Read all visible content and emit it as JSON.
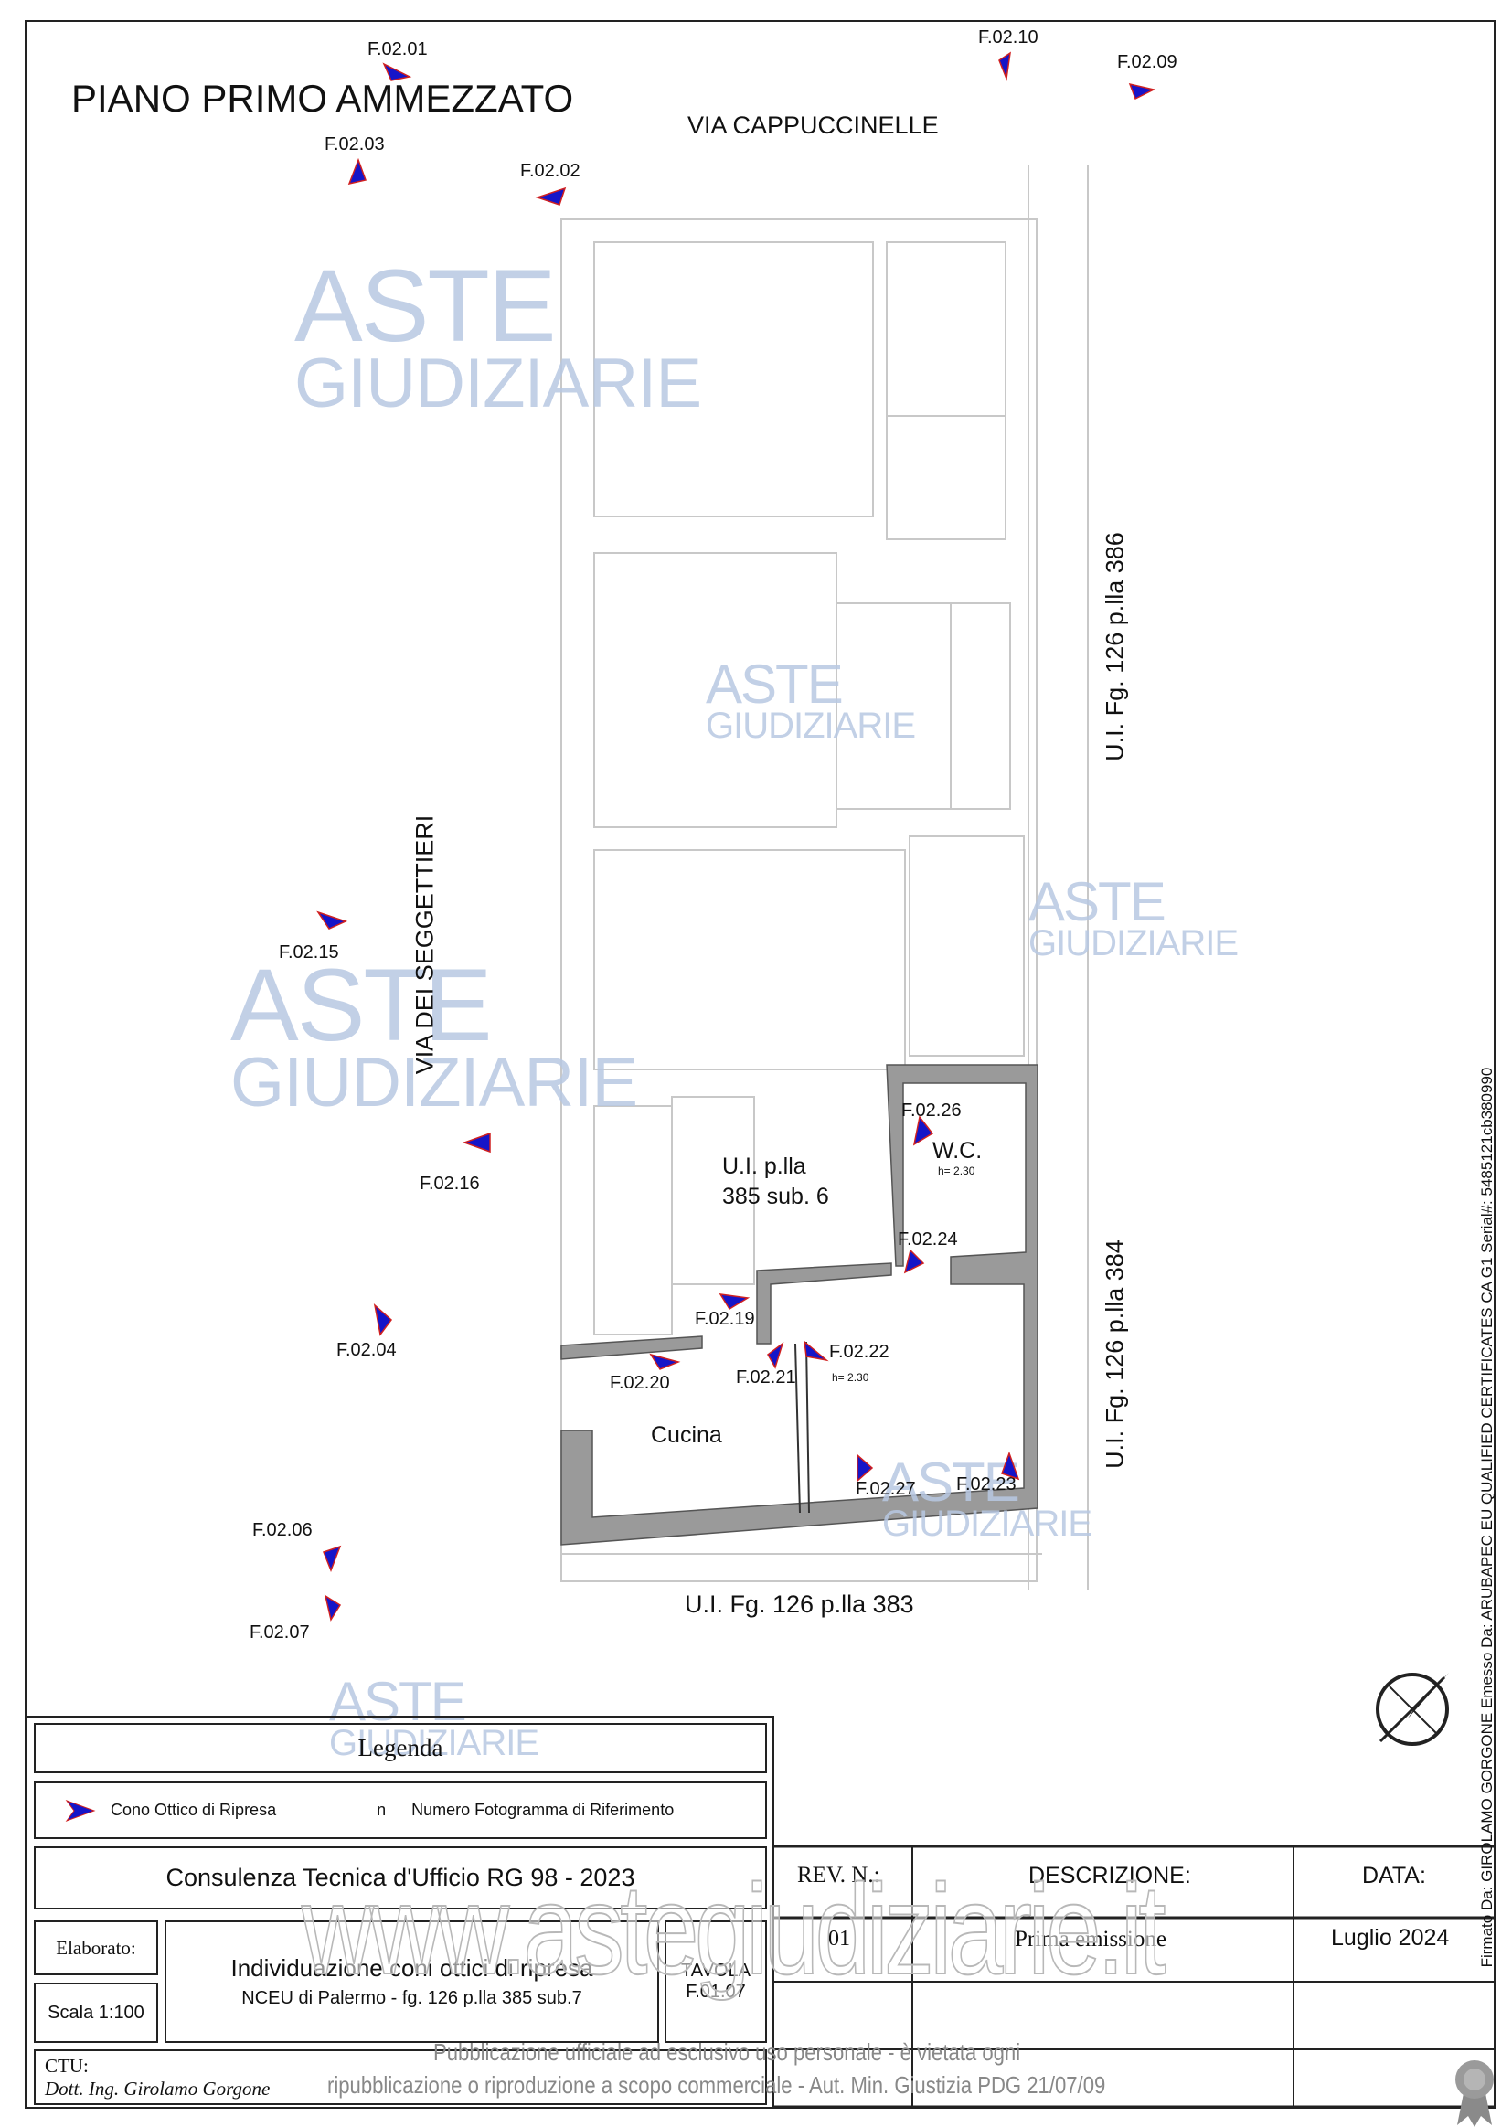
{
  "drawing": {
    "title": "PIANO PRIMO AMMEZZATO",
    "streets": {
      "top": "VIA CAPPUCCINELLE",
      "left": "VIA DEI SEGGETTIERI"
    },
    "neighbors": {
      "right_top": "U.I. Fg. 126 p.lla 386",
      "right_bottom": "U.I. Fg. 126 p.lla 384",
      "bottom": "U.I. Fg. 126 p.lla 383"
    },
    "unit_label": [
      "U.I. p.lla",
      "385 sub. 6"
    ],
    "rooms": {
      "wc": "W.C.",
      "wc_height": "h= 2.30",
      "hall_height": "h= 2.30",
      "kitchen": "Cucina"
    },
    "photos": [
      "F.02.01",
      "F.02.10",
      "F.02.09",
      "F.02.03",
      "F.02.02",
      "F.02.15",
      "F.02.16",
      "F.02.04",
      "F.02.06",
      "F.02.07",
      "F.02.26",
      "F.02.24",
      "F.02.19",
      "F.02.20",
      "F.02.21",
      "F.02.22",
      "F.02.27",
      "F.02.23"
    ],
    "watermark_logo": [
      "ASTE",
      "GIUDIZIARIE"
    ]
  },
  "legend": {
    "title": "Legenda",
    "cone_label": "Cono Ottico di Ripresa",
    "n_symbol": "n",
    "n_label": "Numero Fotogramma di Riferimento"
  },
  "titleblock": {
    "header": "Consulenza Tecnica d'Ufficio RG 98 - 2023",
    "elaborato": "Elaborato:",
    "scale": "Scala 1:100",
    "subject": "Individuazione coni ottici di ripresa",
    "subject_sub": "NCEU di Palermo - fg. 126 p.lla 385 sub.7",
    "tavola_label": "TAVOLA",
    "tavola_num": "F.01.07",
    "ctu_label": "CTU:",
    "ctu_name": "Dott. Ing. Girolamo Gorgone",
    "rev_header": "REV. N.:",
    "desc_header": "DESCRIZIONE:",
    "date_header": "DATA:",
    "revisions": [
      {
        "rev": "01",
        "desc": "Prima emissione",
        "date": "Luglio 2024"
      }
    ]
  },
  "watermark_site": "www.astegiudiziarie.it",
  "notice": [
    "Pubblicazione ufficiale ad esclusivo uso personale - è vietata ogni",
    "ripubblicazione o riproduzione a scopo commerciale - Aut. Min. Giustizia PDG 21/07/09"
  ],
  "signature": "Firmato Da: GIROLAMO GORGONE Emesso Da: ARUBAPEC EU QUALIFIED CERTIFICATES CA G1 Serial#: 5485121cb380990",
  "colors": {
    "wall": "#9a9a9a",
    "cone": "#1515c8",
    "cone_edge": "#d02020",
    "watermark": "#b8c8e2"
  }
}
